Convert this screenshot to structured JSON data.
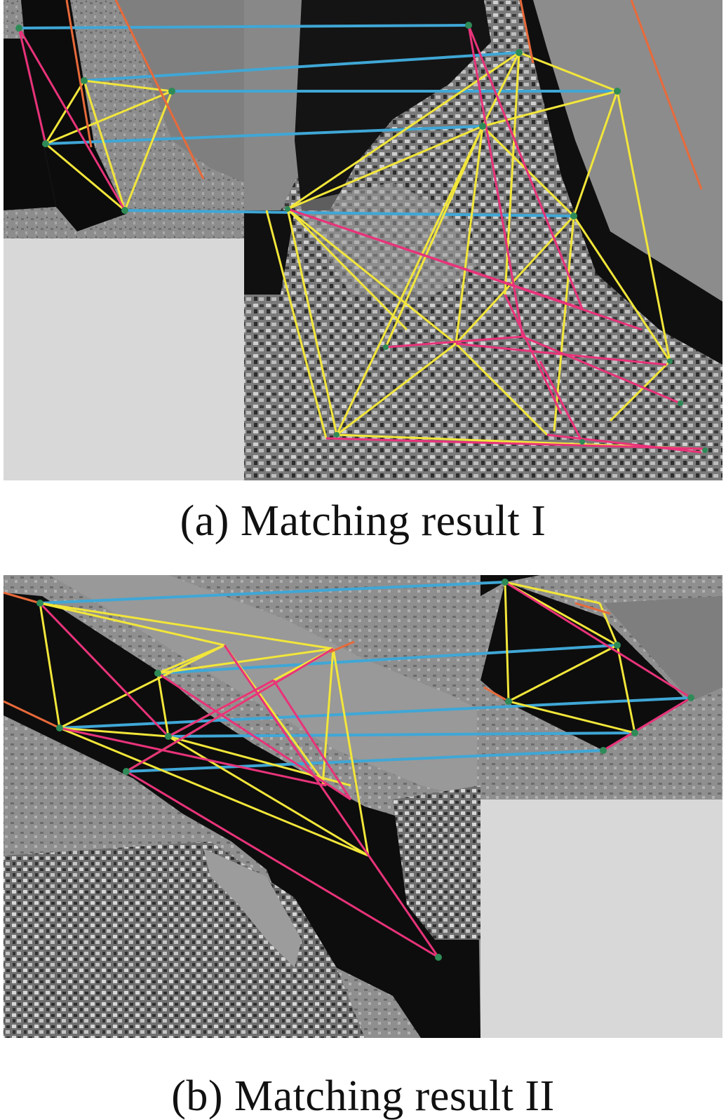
{
  "figure": {
    "panels": [
      {
        "id": "a",
        "caption": "(a) Matching result I"
      },
      {
        "id": "b",
        "caption": "(b) Matching result II"
      }
    ]
  },
  "colors": {
    "match_line": "#3fa7d6",
    "triangulation_left": "#f2e63a",
    "triangulation_right": "#f2e63a",
    "mismatch_line": "#e8337a",
    "edge_line": "#e86a3a",
    "keypoint": "#2e8b57",
    "water": "#0b0b0b",
    "land": "#8a8a8a",
    "blank_pad": "#d9d9d9"
  }
}
